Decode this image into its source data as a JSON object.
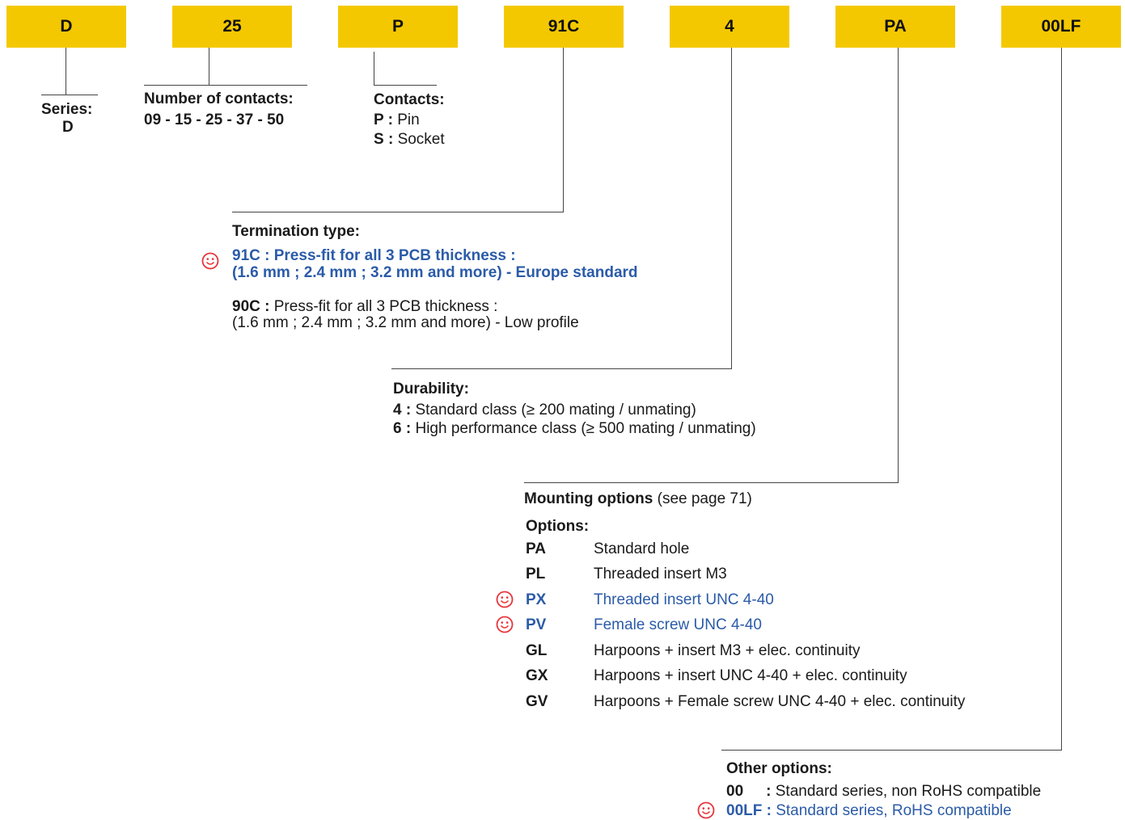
{
  "codes": [
    "D",
    "25",
    "P",
    "91C",
    "4",
    "PA",
    "00LF"
  ],
  "series": {
    "title": "Series:",
    "value": "D"
  },
  "contacts_number": {
    "title": "Number of contacts:",
    "value": "09 - 15 - 25 - 37 - 50"
  },
  "contacts": {
    "title": "Contacts:",
    "items": [
      {
        "code": "P :",
        "desc": "Pin"
      },
      {
        "code": "S :",
        "desc": "Socket"
      }
    ]
  },
  "termination": {
    "title": "Termination type:",
    "preferred_line1": "91C : Press-fit for all 3 PCB thickness :",
    "preferred_line2": "(1.6 mm ; 2.4 mm ; 3.2 mm and more) - Europe standard",
    "alt_code": "90C :",
    "alt_line1": "Press-fit for all 3 PCB thickness :",
    "alt_line2": "(1.6 mm ; 2.4 mm ; 3.2 mm and more) - Low profile"
  },
  "durability": {
    "title": "Durability:",
    "items": [
      {
        "code": "4 :",
        "desc": "Standard class (≥ 200 mating / unmating)"
      },
      {
        "code": "6 :",
        "desc": "High performance class (≥ 500 mating / unmating)"
      }
    ]
  },
  "mounting": {
    "title": "Mounting options",
    "note": "(see page 71)",
    "options_title": "Options:",
    "options": [
      {
        "code": "PA",
        "desc": "Standard hole"
      },
      {
        "code": "PL",
        "desc": "Threaded insert M3"
      },
      {
        "code": "PX",
        "desc": "Threaded insert UNC 4-40"
      },
      {
        "code": "PV",
        "desc": "Female screw UNC 4-40"
      },
      {
        "code": "GL",
        "desc": "Harpoons + insert M3 + elec. continuity"
      },
      {
        "code": "GX",
        "desc": "Harpoons + insert UNC 4-40 + elec. continuity"
      },
      {
        "code": "GV",
        "desc": "Harpoons + Female screw UNC 4-40 + elec. continuity"
      }
    ]
  },
  "other": {
    "title": "Other options:",
    "items": [
      {
        "code": "00",
        "sep": ":",
        "desc": "Standard series, non RoHS compatible"
      },
      {
        "code": "00LF :",
        "desc": "Standard series, RoHS compatible"
      }
    ]
  },
  "colors": {
    "code_box": "#f4c800",
    "preferred_text": "#2b5ba8",
    "smiley": "#e8343b"
  },
  "icons": {
    "preferred": "smiley-face-icon"
  }
}
